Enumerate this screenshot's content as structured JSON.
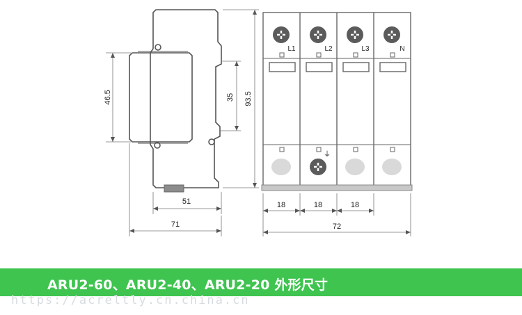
{
  "dimensions": {
    "height_overall": "93.5",
    "height_front": "46.5",
    "rail": "35",
    "depth_rail": "51",
    "depth_overall": "71",
    "pole_width": "18",
    "total_width": "72"
  },
  "terminals": [
    "L1",
    "L2",
    "L3",
    "N"
  ],
  "ground_symbol": "⏚",
  "banner": {
    "title": "ARU2-60、ARU2-40、ARU2-20 外形尺寸"
  },
  "watermark": "https://acreltly.cn.china.cn",
  "colors": {
    "banner_bg": "#3ec44f",
    "outline": "#555555",
    "screw_dark": "#5b5b5b",
    "screw_light": "#d9d9d9"
  }
}
